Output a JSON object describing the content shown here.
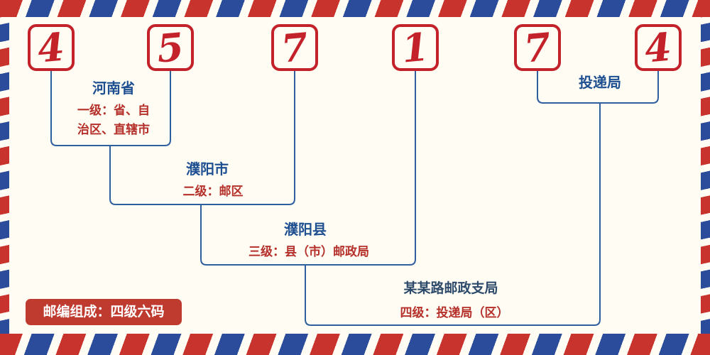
{
  "digits": [
    "4",
    "5",
    "7",
    "1",
    "7",
    "4"
  ],
  "labels": {
    "province": {
      "name": "河南省",
      "desc_line1": "一级：省、自",
      "desc_line2": "治区、直辖市"
    },
    "zone": {
      "name": "濮阳市",
      "desc": "二级：邮区"
    },
    "county": {
      "name": "濮阳县",
      "desc": "三级：县（市）邮政局"
    },
    "branch": {
      "name": "某某路邮政支局",
      "desc": "四级：投递局（区）"
    },
    "delivery": {
      "name": "投递局"
    }
  },
  "badge": {
    "text": "邮编组成：四级六码"
  },
  "colors": {
    "digit_red": "#c4222a",
    "place_blue": "#1e4f91",
    "desc_red": "#b5302a",
    "branch_text": "#2e4a6b",
    "line_blue": "#2f5f9f",
    "badge_bg": "#bf3b2f",
    "stripe_red": "#c8332d",
    "stripe_blue": "#2a4c9b",
    "background": "#fffdf3"
  }
}
